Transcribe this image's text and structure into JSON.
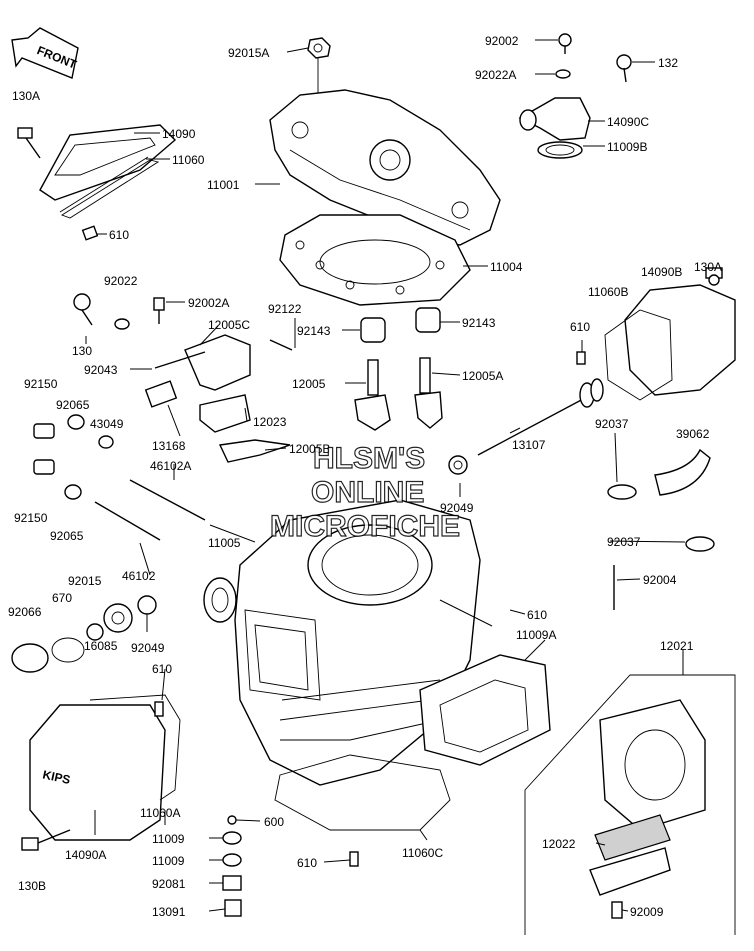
{
  "front_badge": "FRONT",
  "engraving": "KIPS",
  "watermark": [
    "HLSM'S",
    "ONLINE",
    "MICROFICHE"
  ],
  "labels": {
    "p92002": "92002",
    "p92015A": "92015A",
    "p132": "132",
    "p92022A": "92022A",
    "p130A_tl": "130A",
    "p14090": "14090",
    "p11060": "11060",
    "p14090C": "14090C",
    "p11009B": "11009B",
    "p11001": "11001",
    "p610_a": "610",
    "p11004": "11004",
    "p130A_r": "130A",
    "p14090B": "14090B",
    "p92022": "92022",
    "p92002A": "92002A",
    "p92122": "92122",
    "p11060B": "11060B",
    "p12005C": "12005C",
    "p92143_l": "92143",
    "p92143_r": "92143",
    "p610_b": "610",
    "p130": "130",
    "p92043": "92043",
    "p12005": "12005",
    "p12005A": "12005A",
    "p92150_a": "92150",
    "p92065_a": "92065",
    "p43049": "43049",
    "p12023": "12023",
    "p13168": "13168",
    "p12005B": "12005B",
    "p13107": "13107",
    "p92037_a": "92037",
    "p39062": "39062",
    "p46102A": "46102A",
    "p92049_a": "92049",
    "p92150_b": "92150",
    "p92065_b": "92065",
    "p11005": "11005",
    "p92037_b": "92037",
    "p46102": "46102",
    "p92004": "92004",
    "p92015": "92015",
    "p670": "670",
    "p92066": "92066",
    "p610_c": "610",
    "p92049_b": "92049",
    "p16085": "16085",
    "p11009A": "11009A",
    "p12021": "12021",
    "p610_d": "610",
    "p11060A": "11060A",
    "p600": "600",
    "p11009_a": "11009",
    "p11009_b": "11009",
    "p14090A": "14090A",
    "p92081": "92081",
    "p130B": "130B",
    "p610_e": "610",
    "p11060C": "11060C",
    "p12022": "12022",
    "p13091": "13091",
    "p92009": "92009"
  }
}
